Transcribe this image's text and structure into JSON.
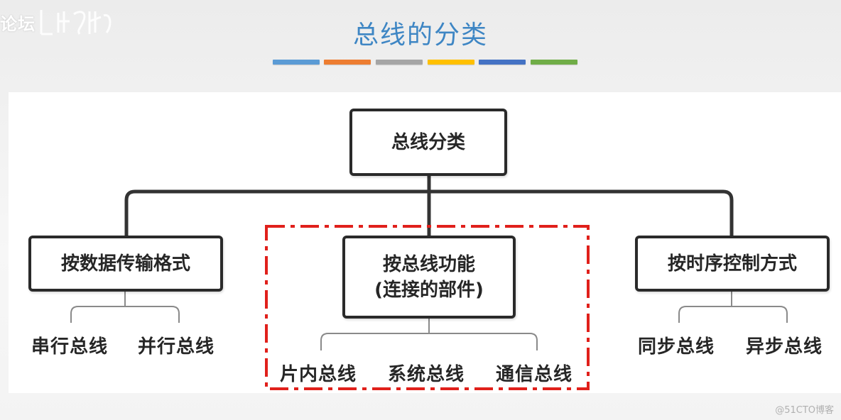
{
  "watermark_top": "论坛",
  "title": "总线的分类",
  "title_color": "#3e86c4",
  "accent_bar_colors": [
    "#5b9bd5",
    "#ed7d31",
    "#a5a5a5",
    "#ffc000",
    "#4472c4",
    "#70ad47"
  ],
  "highlight_color": "#e0201b",
  "tree": {
    "root": "总线分类",
    "by_format": {
      "label": "按数据传输格式",
      "children": [
        "串行总线",
        "并行总线"
      ]
    },
    "by_function": {
      "label_line1": "按总线功能",
      "label_line2": "(连接的部件)",
      "children": [
        "片内总线",
        "系统总线",
        "通信总线"
      ]
    },
    "by_timing": {
      "label": "按时序控制方式",
      "children": [
        "同步总线",
        "异步总线"
      ]
    }
  },
  "watermark_bottom": "@51CTO博客"
}
